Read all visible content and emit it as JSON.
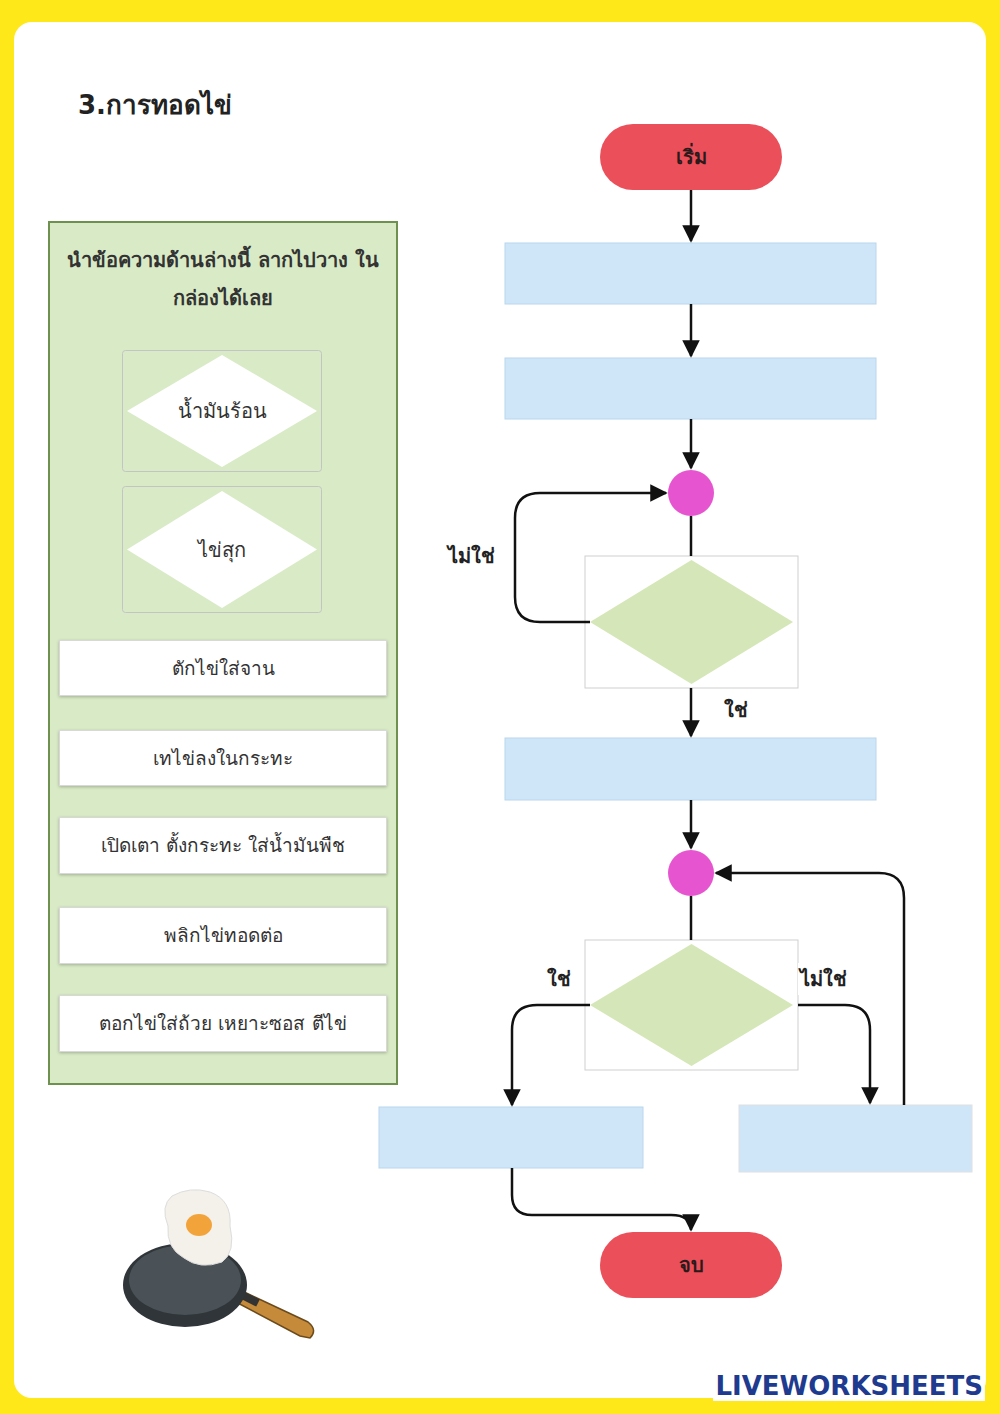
{
  "diagram": {
    "title": "3.การทอดไข่",
    "nodes": [
      {
        "text": [
          "นำข้อความด้านล่างนี้ ลากไปวาง ในกล่องได้เลย"
        ]
      },
      {
        "text": [
          "น้ำมันร้อน"
        ],
        "in": 0
      },
      {
        "text": [
          "ไข่สุก"
        ],
        "in": 0
      },
      {
        "text": [
          "ตักไข่ใส่จาน"
        ],
        "in": 0
      },
      {
        "text": [
          "เทไข่ลงในกระทะ"
        ],
        "in": 0
      },
      {
        "text": [
          "เปิดเตา ตั้งกระทะ ใส่น้ำมันพืช"
        ],
        "in": 0
      },
      {
        "text": [
          "พลิกไข่ทอดต่อ"
        ],
        "in": 0
      },
      {
        "text": [
          "ตอกไข่ใส่ถ้วย เหยาะซอส ตีไข่"
        ],
        "in": 0
      },
      {
        "text": [
          "เริ่ม"
        ]
      },
      {
        "text": [
          "จบ"
        ]
      }
    ],
    "labels": [
      "ไม่ใช่",
      "ใช่",
      "ใช่",
      "ไม่ใช่",
      "LIVEWORKSHEETS"
    ]
  }
}
